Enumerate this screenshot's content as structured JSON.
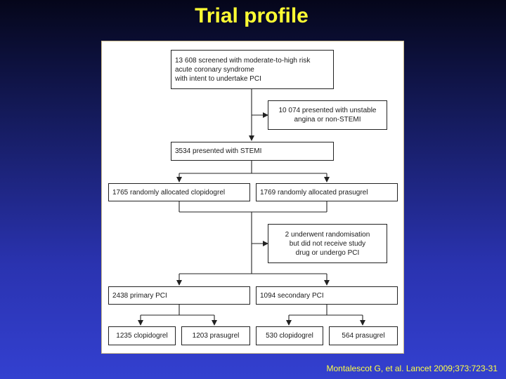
{
  "slide": {
    "title": "Trial profile",
    "citation": "Montalescot G, et al. Lancet 2009;373:723-31"
  },
  "flowchart": {
    "screened": "13 608 screened with moderate-to-high risk\nacute coronary syndrome\nwith intent to undertake PCI",
    "excluded": "10 074 presented with unstable\nangina or non-STEMI",
    "stemi": "3534 presented with STEMI",
    "clopidogrel_arm": "1765 randomly allocated clopidogrel",
    "prasugrel_arm": "1769 randomly allocated prasugrel",
    "no_drug": "2 underwent randomisation\nbut did not receive study\ndrug or undergo PCI",
    "primary_pci": "2438 primary PCI",
    "secondary_pci": "1094 secondary PCI",
    "primary_clopidogrel": "1235 clopidogrel",
    "primary_prasugrel": "1203 prasugrel",
    "secondary_clopidogrel": "530 clopidogrel",
    "secondary_prasugrel": "564 prasugrel"
  },
  "colors": {
    "title": "#ffff33",
    "citation": "#ffff44",
    "panel": "#ffffff",
    "line": "#222222"
  }
}
